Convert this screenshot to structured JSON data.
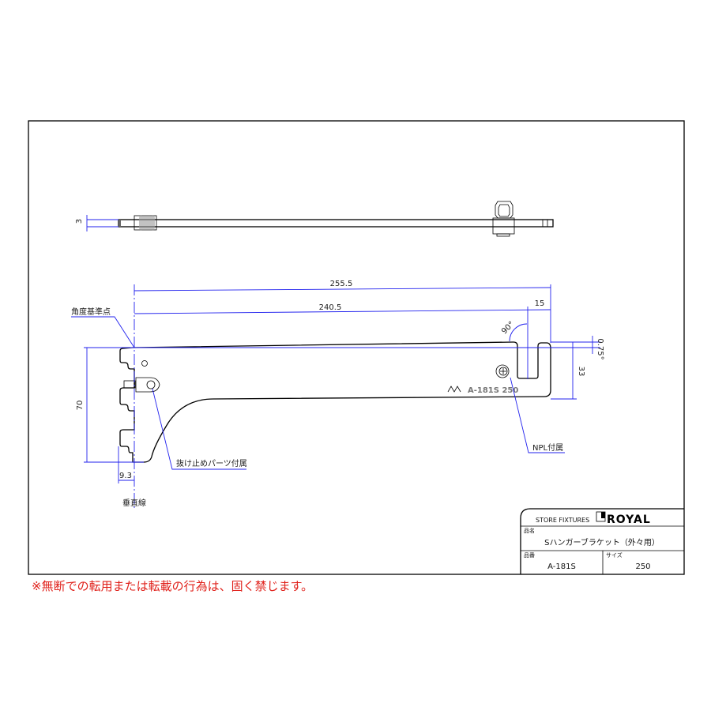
{
  "drawing": {
    "top_view": {
      "thickness_dim": "3"
    },
    "side_view": {
      "overall_length_dim": "255.5",
      "reference_length_dim": "240.5",
      "hook_width_dim": "15",
      "hook_angle_dim": "90°",
      "slope_angle_dim": "0.75°",
      "hook_height_dim": "33",
      "height_dim": "70",
      "offset_dim": "9.3",
      "stamp_text": "A-181S  250"
    },
    "labels": {
      "angle_reference_point": "角度基準点",
      "retainer_part": "抜け止めパーツ付属",
      "npl_included": "NPL付属",
      "vertical_line": "垂直線"
    }
  },
  "title_block": {
    "company_tagline": "STORE FIXTURES",
    "brand": "ROYAL",
    "product_name_label": "品名",
    "product_name": "Sハンガーブラケット（外々用）",
    "part_number_label": "品番",
    "part_number": "A-181S",
    "size_label": "サイズ",
    "size": "250"
  },
  "notice": "※無断での転用または転載の行為は、固く禁じます。",
  "colors": {
    "dimension": "#2222ee",
    "notice": "#e0201a"
  }
}
